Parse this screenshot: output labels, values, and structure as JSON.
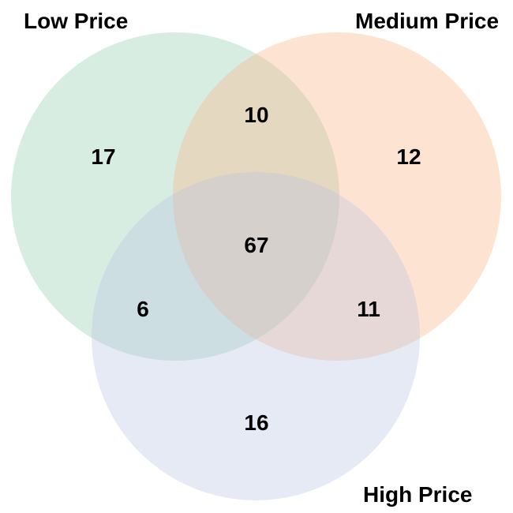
{
  "sets": [
    {
      "key": "low",
      "label": "Low Price",
      "color": "#9bd3b6"
    },
    {
      "key": "medium",
      "label": "Medium Price",
      "color": "#fbb98e"
    },
    {
      "key": "high",
      "label": "High Price",
      "color": "#b7c2e3"
    }
  ],
  "regions": {
    "low_only": "17",
    "medium_only": "12",
    "high_only": "16",
    "low_medium": "10",
    "low_high": "6",
    "medium_high": "11",
    "all_three": "67"
  }
}
